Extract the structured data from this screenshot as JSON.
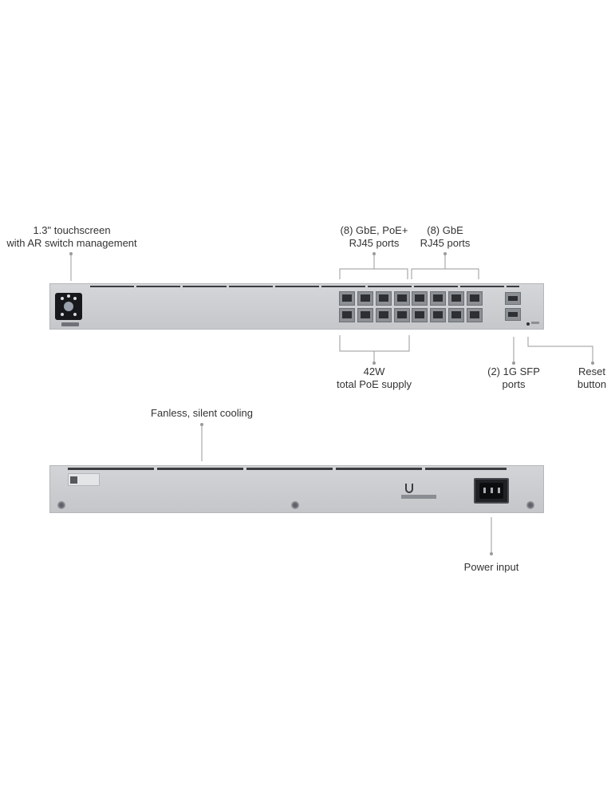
{
  "labels": {
    "touchscreen": [
      "1.3\" touchscreen",
      "with AR switch management"
    ],
    "poe_ports": [
      "(8) GbE, PoE+",
      "RJ45 ports"
    ],
    "gbe_ports": [
      "(8) GbE",
      "RJ45 ports"
    ],
    "poe_supply": [
      "42W",
      "total PoE supply"
    ],
    "sfp_ports": [
      "(2) 1G SFP",
      "ports"
    ],
    "reset": [
      "Reset",
      "button"
    ],
    "cooling": "Fanless, silent cooling",
    "power": "Power input"
  },
  "colors": {
    "chassis": "#c9cbce",
    "port": "#2d2f33",
    "line": "#9a9a9a"
  },
  "front_panel": {
    "rj45_port_count": 16,
    "sfp_port_count": 2
  },
  "icons": [
    "touchscreen-icon",
    "rj45-port-icon",
    "sfp-port-icon",
    "power-inlet-icon",
    "ubiquiti-logo-icon",
    "screw-icon"
  ]
}
